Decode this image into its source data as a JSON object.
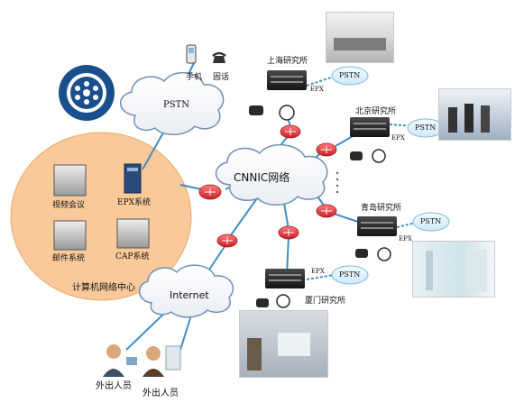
{
  "diagram": {
    "hub_label": "CNNIC网络",
    "pstn_main_label": "PSTN",
    "internet_label": "Internet",
    "phone_labels": {
      "mobile": "手机",
      "landline": "固话"
    },
    "center": {
      "title": "计算机网络中心",
      "systems": [
        {
          "id": "video",
          "label": "视频会议"
        },
        {
          "id": "epx",
          "label": "EPX系统"
        },
        {
          "id": "mail",
          "label": "邮件系统"
        },
        {
          "id": "cap",
          "label": "CAP系统"
        }
      ]
    },
    "sites": [
      {
        "id": "shanghai",
        "name": "上海研究所",
        "epx": "EPX",
        "pstn": "PSTN"
      },
      {
        "id": "beijing",
        "name": "北京研究所",
        "epx": "EPX",
        "pstn": "PSTN"
      },
      {
        "id": "qingdao",
        "name": "青岛研究所",
        "epx": "EPX",
        "pstn": "PSTN"
      },
      {
        "id": "xiamen",
        "name": "厦门研究所",
        "epx": "EPX",
        "pstn": "PSTN"
      }
    ],
    "remote_users": [
      {
        "id": "user1",
        "label": "外出人员"
      },
      {
        "id": "user2",
        "label": "外出人员"
      }
    ],
    "colors": {
      "center_fill": "#f9c99a",
      "cloud_stroke": "#6f8fb3",
      "link": "#3f8ec4",
      "router": "#e8474a",
      "pstn_cloud_fill": "#dff0fb",
      "logo_blue": "#1a4f8c"
    }
  }
}
